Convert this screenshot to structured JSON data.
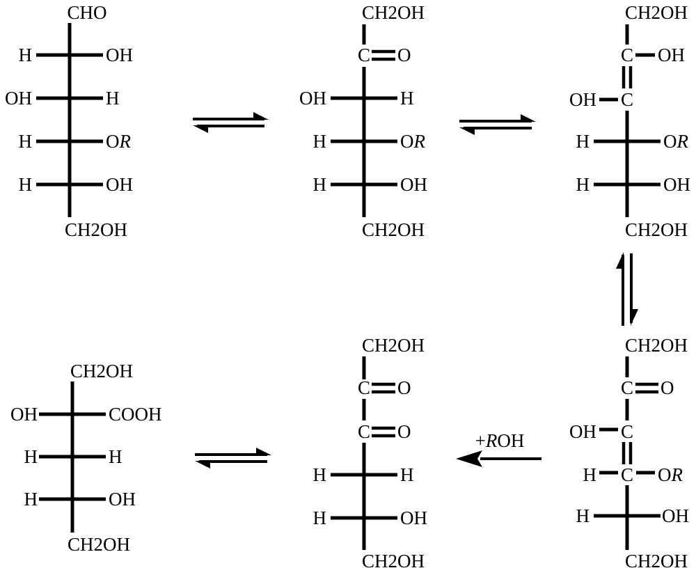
{
  "diagram": {
    "title": "Sugar degradation reaction scheme",
    "colors": {
      "ink": "#000000",
      "background": "#ffffff"
    },
    "structures": [
      {
        "id": "s1",
        "name": "aldose-fischer",
        "top": "CHO",
        "rows": [
          {
            "left": "H",
            "right": "OH"
          },
          {
            "left": "OH",
            "right": "H"
          },
          {
            "left": "H",
            "right": "OR"
          },
          {
            "left": "H",
            "right": "OH"
          }
        ],
        "bottom": "CH2OH"
      },
      {
        "id": "s2",
        "name": "ketose-fischer",
        "top": "CH2OH",
        "carbonyl": {
          "c": "C",
          "o": "O"
        },
        "rows": [
          {
            "left": "OH",
            "right": "H"
          },
          {
            "left": "H",
            "right": "OR"
          },
          {
            "left": "H",
            "right": "OH"
          }
        ],
        "bottom": "CH2OH"
      },
      {
        "id": "s3",
        "name": "enediol-fischer",
        "top": "CH2OH",
        "enediol": {
          "c1": "C",
          "c1_right": "OH",
          "c2": "C",
          "c2_left": "OH"
        },
        "rows": [
          {
            "left": "H",
            "right": "OR"
          },
          {
            "left": "H",
            "right": "OH"
          }
        ],
        "bottom": "CH2OH"
      },
      {
        "id": "s4",
        "name": "enol-ketone-fischer",
        "top": "CH2OH",
        "carbonyl": {
          "c": "C",
          "o": "O"
        },
        "enol": {
          "c1": "C",
          "c1_left": "OH",
          "c2": "C",
          "c2_left": "H",
          "c2_right": "OR"
        },
        "rows": [
          {
            "left": "H",
            "right": "OH"
          }
        ],
        "bottom": "CH2OH"
      },
      {
        "id": "s5",
        "name": "dicarbonyl-fischer",
        "top": "CH2OH",
        "carbonyls": [
          {
            "c": "C",
            "o": "O"
          },
          {
            "c": "C",
            "o": "O"
          }
        ],
        "rows": [
          {
            "left": "H",
            "right": "H"
          },
          {
            "left": "H",
            "right": "OH"
          }
        ],
        "bottom": "CH2OH"
      },
      {
        "id": "s6",
        "name": "saccharinic-acid-fischer",
        "top": "CH2OH",
        "rows": [
          {
            "left": "OH",
            "right": "COOH"
          },
          {
            "left": "H",
            "right": "H"
          },
          {
            "left": "H",
            "right": "OH"
          }
        ],
        "bottom": "CH2OH"
      }
    ],
    "arrows": [
      {
        "id": "a1",
        "type": "equilibrium",
        "from": "s1",
        "to": "s2"
      },
      {
        "id": "a2",
        "type": "equilibrium",
        "from": "s2",
        "to": "s3"
      },
      {
        "id": "a3",
        "type": "equilibrium-vertical",
        "from": "s3",
        "to": "s4"
      },
      {
        "id": "a4",
        "type": "forward",
        "from": "s4",
        "to": "s5",
        "label_prefix": "+",
        "label_italic": "R",
        "label_suffix": "OH"
      },
      {
        "id": "a5",
        "type": "equilibrium",
        "from": "s5",
        "to": "s6"
      }
    ]
  }
}
